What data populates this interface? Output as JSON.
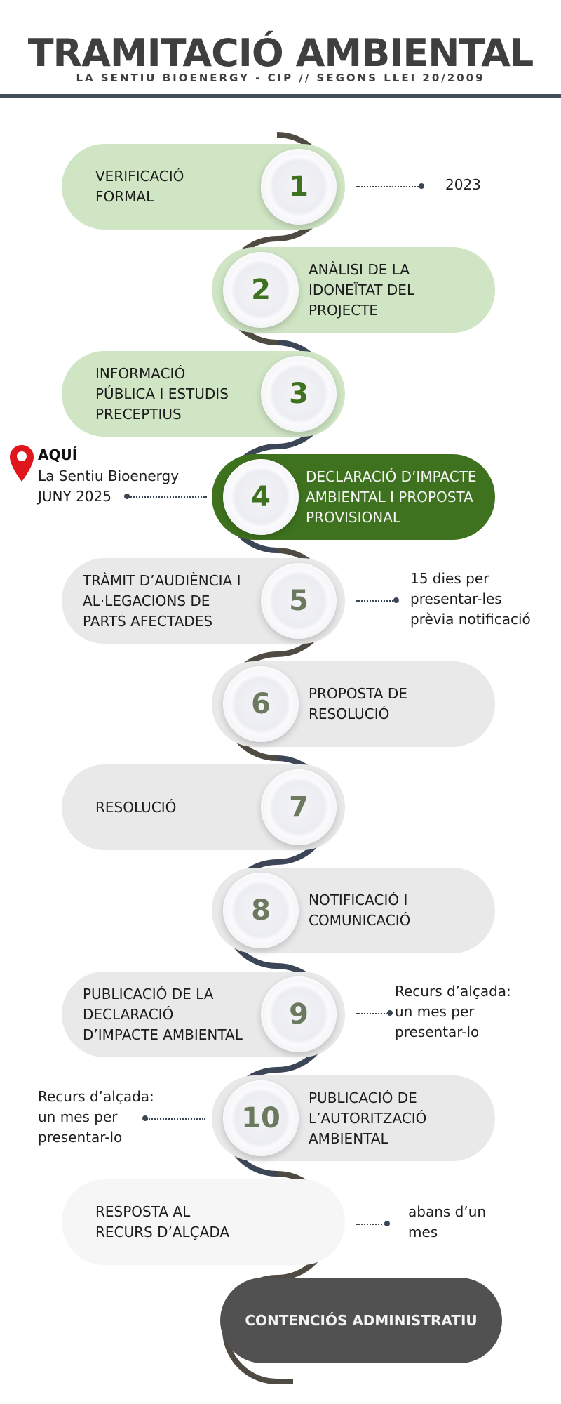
{
  "header": {
    "title": "TRAMITACIÓ AMBIENTAL",
    "subtitle": "LA SENTIU BIOENERGY - CIP // SEGONS LLEI 20/2009"
  },
  "colors": {
    "light_green": "#cfe5c4",
    "dark_green": "#3f721f",
    "gray": "#e9e9e9",
    "very_light": "#f7f6f6",
    "final_dark": "#515151",
    "snake_brown": "#4f4a42",
    "snake_navy": "#3c4656",
    "pin_red": "#e0161d"
  },
  "steps": [
    {
      "number": "1",
      "label": "VERIFICACIÓ\nFORMAL"
    },
    {
      "number": "2",
      "label": "ANÀLISI DE LA\nIDONEÏTAT DEL\nPROJECTE"
    },
    {
      "number": "3",
      "label": "INFORMACIÓ\nPÚBLICA I ESTUDIS\nPRECEPTIUS"
    },
    {
      "number": "4",
      "label": "DECLARACIÓ D’IMPACTE\nAMBIENTAL I PROPOSTA\nPROVISIONAL"
    },
    {
      "number": "5",
      "label": "TRÀMIT D’AUDIÈNCIA I\nAL·LEGACIONS DE\nPARTS AFECTADES"
    },
    {
      "number": "6",
      "label": "PROPOSTA DE\nRESOLUCIÓ"
    },
    {
      "number": "7",
      "label": "RESOLUCIÓ"
    },
    {
      "number": "8",
      "label": "NOTIFICACIÓ I\nCOMUNICACIÓ"
    },
    {
      "number": "9",
      "label": "PUBLICACIÓ DE LA\nDECLARACIÓ\nD’IMPACTE AMBIENTAL"
    },
    {
      "number": "10",
      "label": "PUBLICACIÓ DE\nL’AUTORITZACIÓ\nAMBIENTAL"
    },
    {
      "number": "",
      "label": "RESPOSTA AL\nRECURS D’ALÇADA"
    }
  ],
  "final_step": {
    "label": "CONTENCIÓS ADMINISTRATIU"
  },
  "notes": {
    "step1": "2023",
    "step5": "15 dies  per\npresentar-les\nprèvia notificació",
    "step9": "Recurs d’alçada:\nun mes per\npresentar-lo",
    "step10": "Recurs d’alçada:\nun mes per\npresentar-lo",
    "step11": "abans d’un\nmes"
  },
  "current": {
    "title": "AQUÍ",
    "text": "La Sentiu Bioenergy\nJUNY 2025"
  }
}
